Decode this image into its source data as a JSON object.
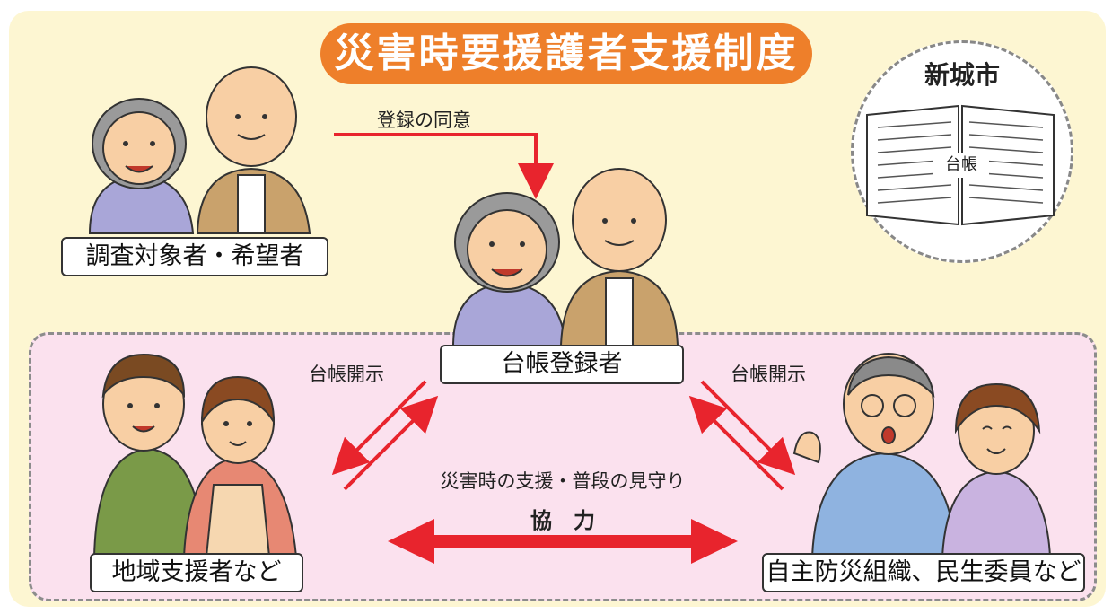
{
  "title": "災害時要援護者支援制度",
  "city": {
    "name": "新城市",
    "book_label": "台帳"
  },
  "flows": {
    "consent_label": "登録の同意",
    "disclose_left": "台帳開示",
    "disclose_right": "台帳開示",
    "support_text": "災害時の支援・普段の見守り",
    "cooperation": "協　力"
  },
  "groups": {
    "applicants": "調査対象者・希望者",
    "registered": "台帳登録者",
    "local_supporters": "地域支援者など",
    "organizations": "自主防災組織、民生委員など"
  },
  "colors": {
    "title_bg": "#ee7f2a",
    "arrow": "#e8242d",
    "panel_bg": "#fdf6d2",
    "zone_bg": "#fbe1ee"
  }
}
